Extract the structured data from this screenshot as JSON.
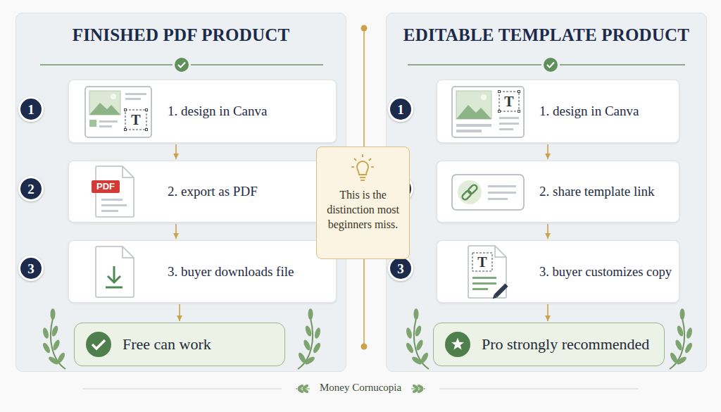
{
  "diagram": {
    "caption": "Money Cornucopia",
    "nodes": [
      {
        "text": [
          "FINISHED PDF PRODUCT"
        ]
      },
      {
        "text": [
          "1"
        ],
        "in": 0
      },
      {
        "text": [
          "1. design in Canva"
        ],
        "in": 0
      },
      {
        "text": [
          "2"
        ],
        "in": 0
      },
      {
        "text": [
          "2. export as PDF"
        ],
        "in": 0
      },
      {
        "text": [
          "3"
        ],
        "in": 0
      },
      {
        "text": [
          "3. buyer downloads file"
        ],
        "in": 0
      },
      {
        "text": [
          "Free can work"
        ],
        "in": 0
      },
      {
        "text": [
          "EDITABLE TEMPLATE PRODUCT"
        ]
      },
      {
        "text": [
          "1"
        ],
        "in": 8
      },
      {
        "text": [
          "1. design in Canva"
        ],
        "in": 8
      },
      {
        "text": [
          "2"
        ],
        "in": 8
      },
      {
        "text": [
          "2. share template link"
        ],
        "in": 8
      },
      {
        "text": [
          "3"
        ],
        "in": 8
      },
      {
        "text": [
          "3. buyer customizes copy"
        ],
        "in": 8
      },
      {
        "text": [
          "Pro strongly recommended"
        ],
        "in": 8
      },
      {
        "text": [
          "This is the distinction most beginners miss."
        ]
      }
    ],
    "edges": [
      {
        "from": 2,
        "to": 4,
        "arrow": "to"
      },
      {
        "from": 4,
        "to": 6,
        "arrow": "to"
      },
      {
        "from": 6,
        "to": 7,
        "arrow": "to"
      },
      {
        "from": 10,
        "to": 12,
        "arrow": "to"
      },
      {
        "from": 12,
        "to": 14,
        "arrow": "to"
      },
      {
        "from": 14,
        "to": 15,
        "arrow": "to"
      }
    ],
    "labels": [
      "T",
      "PDF",
      "T",
      "T"
    ]
  }
}
